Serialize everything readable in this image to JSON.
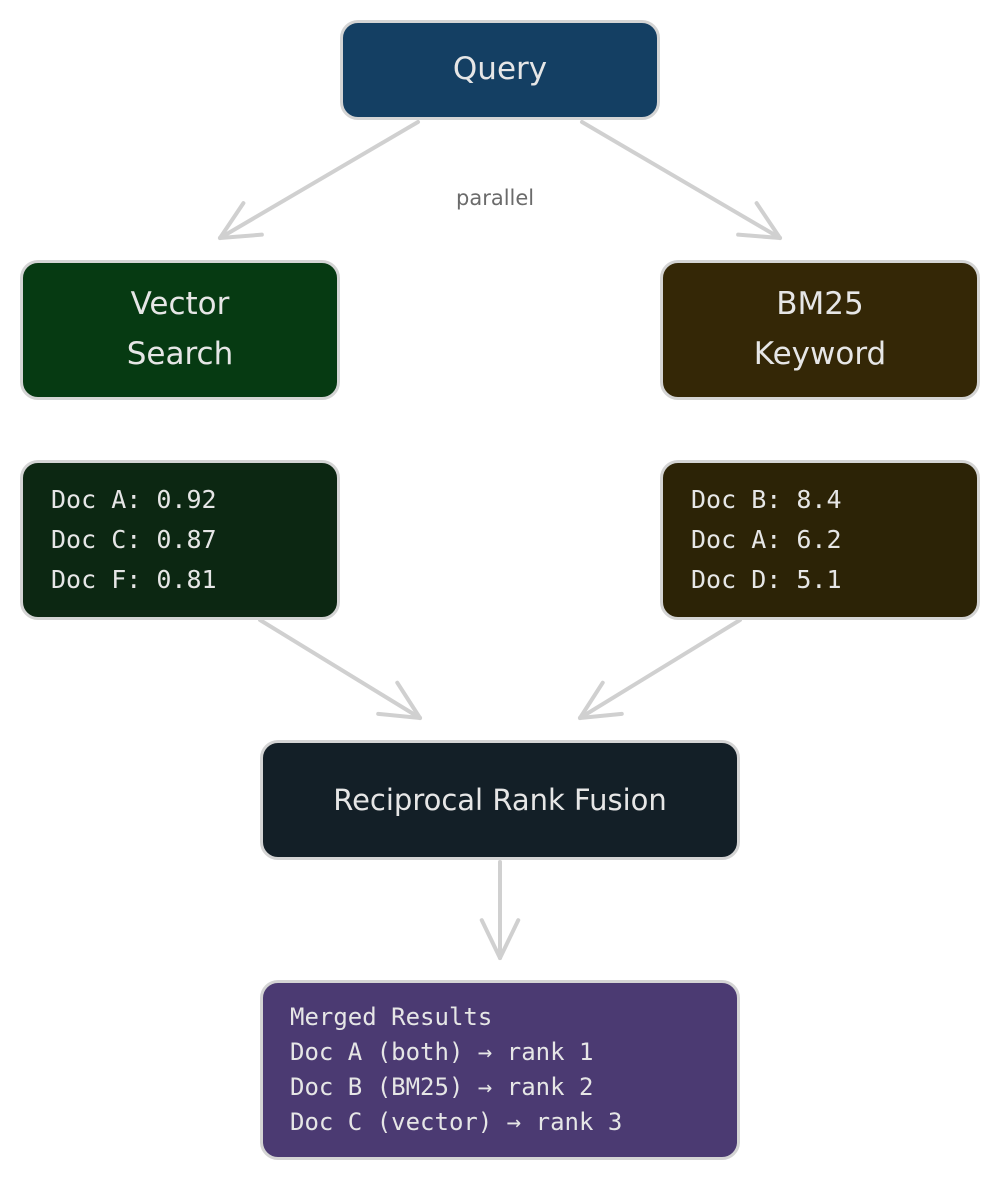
{
  "diagram": {
    "nodes": {
      "query": {
        "label": "Query",
        "fill": "#143f63"
      },
      "vector_search": {
        "lines": [
          "Vector",
          "Search"
        ],
        "fill": "#063a12"
      },
      "bm25_keyword": {
        "lines": [
          "BM25",
          "Keyword"
        ],
        "fill": "#342706"
      },
      "vector_results": {
        "lines": [
          "Doc A: 0.92",
          "Doc C: 0.87",
          "Doc F: 0.81"
        ],
        "fill": "#0c2712"
      },
      "bm25_results": {
        "lines": [
          "Doc B: 8.4",
          "Doc A: 6.2",
          "Doc D: 5.1"
        ],
        "fill": "#2c2306"
      },
      "fusion": {
        "label": "Reciprocal Rank Fusion",
        "fill": "#131f27"
      },
      "merged": {
        "lines": [
          "Merged Results",
          "Doc A (both) → rank 1",
          "Doc B (BM25) → rank 2",
          "Doc C (vector) → rank 3"
        ],
        "fill": "#4b3a72"
      }
    },
    "edge_label": "parallel",
    "edge_color": "#d0d0d0",
    "text_color": "#e6e6e6"
  }
}
